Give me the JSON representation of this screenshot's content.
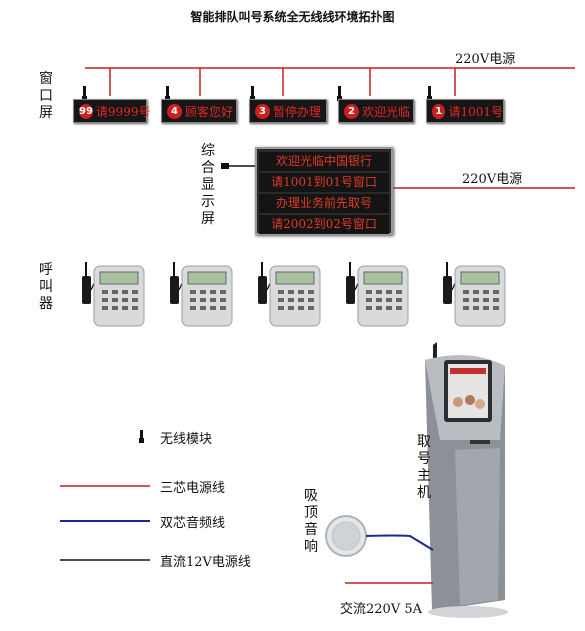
{
  "title": "智能排队叫号系统全无线线环境拓扑图",
  "power": {
    "top": "220V电源",
    "middle": "220V电源",
    "bottom": "交流220V 5A"
  },
  "labels": {
    "window_screen": "窗口屏",
    "composite_display": "综合显示屏",
    "caller": "呼叫器",
    "ticket_machine": "取号主机",
    "ceiling_speaker": "吸顶音响"
  },
  "window_screens": [
    {
      "num": "99",
      "text": "请9999号"
    },
    {
      "num": "4",
      "text": "顾客您好"
    },
    {
      "num": "3",
      "text": "暂停办理"
    },
    {
      "num": "2",
      "text": "欢迎光临"
    },
    {
      "num": "1",
      "text": "请1001号"
    }
  ],
  "main_display": [
    "欢迎光临中国银行",
    "请1001到01号窗口",
    "办理业务前先取号",
    "请2002到02号窗口"
  ],
  "legend": {
    "wireless_module": "无线模块",
    "three_core_power": "三芯电源线",
    "dual_core_audio": "双芯音频线",
    "dc_12v_power": "直流12V电源线"
  },
  "colors": {
    "power_line": "#c81f1f",
    "audio_line": "#1d2a8c",
    "dc_line": "#111111",
    "led_text": "#e3272a"
  }
}
